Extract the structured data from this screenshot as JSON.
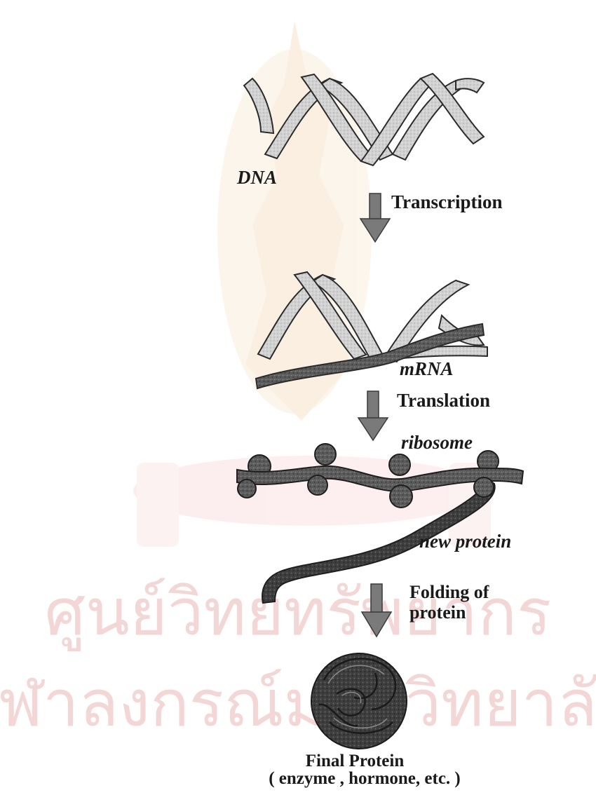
{
  "labels": {
    "dna": "DNA",
    "transcription": "Transcription",
    "mrna": "mRNA",
    "translation": "Translation",
    "ribosome": "ribosome",
    "new_protein": "new protein",
    "folding_line1": "Folding of",
    "folding_line2": "protein",
    "final_protein": "Final Protein",
    "final_protein_examples": "( enzyme , hormone, etc. )"
  },
  "watermark": {
    "line1": "ศูนย์วิทยทรัพยากร",
    "line2": "จุฬาลงกรณ์มหาวิทยาลัย"
  },
  "colors": {
    "dna_strand": "#d4d4d4",
    "mrna": "#8a8a8a",
    "protein": "#4a4a4a",
    "arrow": "#7a7a7a",
    "outline": "#2b2b2b",
    "watermark": "#f3d6d6"
  }
}
